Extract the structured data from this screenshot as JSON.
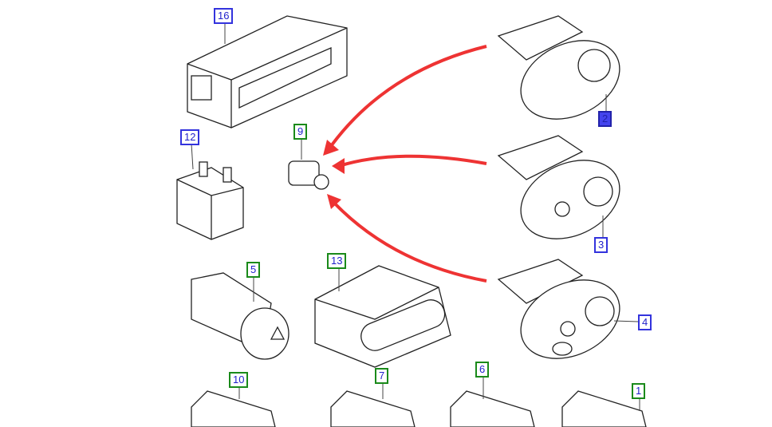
{
  "callouts": {
    "c16": "16",
    "c12": "12",
    "c9": "9",
    "c5": "5",
    "c13": "13",
    "c10": "10",
    "c7": "7",
    "c6": "6",
    "c1": "1",
    "c2": "2",
    "c3": "3",
    "c4": "4"
  },
  "colors": {
    "arrow": "#ee3333",
    "label_blue": "#3333dd",
    "label_green": "#1a8a1a"
  }
}
